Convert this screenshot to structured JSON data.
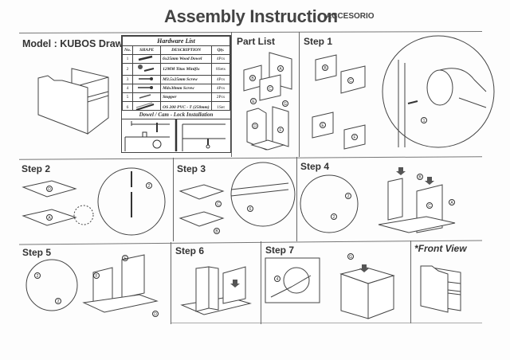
{
  "header": {
    "title": "Assembly Instruction",
    "subtitle": "ACCESORIO"
  },
  "model": {
    "label": "Model : KUBOS Drawer"
  },
  "hardware_list": {
    "title": "Hardware List",
    "columns": [
      "No.",
      "SHAPE",
      "DESCRIPTION",
      "Qty."
    ],
    "rows": [
      {
        "no": "1",
        "shape_icon": "wood-dowel-icon",
        "description": "6x25mm Wood Dowel",
        "qty": "4Pcs"
      },
      {
        "no": "2",
        "shape_icon": "minifix-icon",
        "description": "12MM Titus Minifix",
        "qty": "8Sets"
      },
      {
        "no": "3",
        "shape_icon": "screw-icon",
        "description": "M3.5x25mm Screw",
        "qty": "4Pcs"
      },
      {
        "no": "4",
        "shape_icon": "screw-icon",
        "description": "M4x30mm Screw",
        "qty": "4Pcs"
      },
      {
        "no": "5",
        "shape_icon": "stopper-icon",
        "description": "Stopper",
        "qty": "2Pcs"
      },
      {
        "no": "6",
        "shape_icon": "drawer-slide-icon",
        "description": "OS 200 PVC - T (250mm)",
        "qty": "1Set"
      }
    ]
  },
  "dowel_install": {
    "title": "Dowel / Cam - Lock Installation"
  },
  "part_list": {
    "label": "Part List",
    "parts": [
      "A",
      "B",
      "C",
      "D",
      "E",
      "F",
      "G"
    ]
  },
  "steps": [
    {
      "label": "Step 1",
      "callouts": [
        "B",
        "C",
        "E",
        "F",
        "1"
      ]
    },
    {
      "label": "Step 2",
      "callouts": [
        "D",
        "A",
        "2"
      ]
    },
    {
      "label": "Step 3",
      "callouts": [
        "C",
        "B",
        "6"
      ]
    },
    {
      "label": "Step 4",
      "callouts": [
        "2",
        "2",
        "B",
        "C",
        "A"
      ]
    },
    {
      "label": "Step 5",
      "callouts": [
        "2",
        "2",
        "F",
        "E",
        "D"
      ]
    },
    {
      "label": "Step 6",
      "callouts": []
    },
    {
      "label": "Step 7",
      "callouts": [
        "4",
        "G"
      ]
    }
  ],
  "front_view": {
    "label": "*Front View"
  }
}
